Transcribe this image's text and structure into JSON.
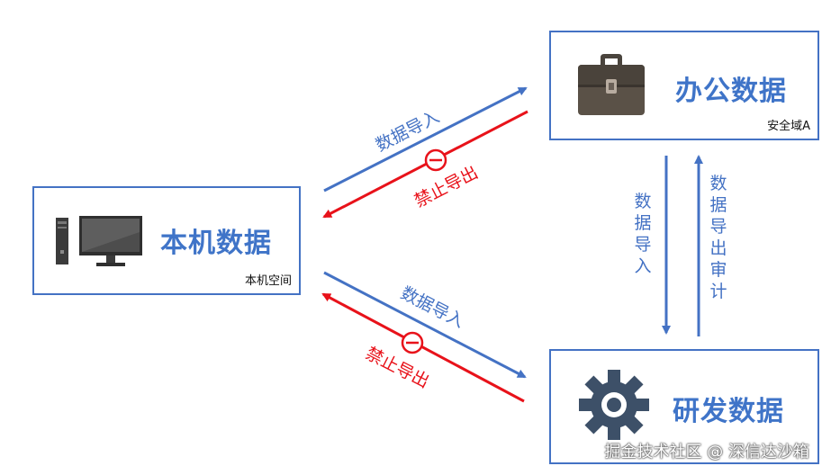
{
  "nodes": {
    "local": {
      "title": "本机数据",
      "subtitle": "本机空间",
      "icon": "desktop-computer-icon"
    },
    "office": {
      "title": "办公数据",
      "subtitle": "安全域A",
      "icon": "briefcase-icon"
    },
    "dev": {
      "title": "研发数据",
      "icon": "gear-icon"
    }
  },
  "edges": {
    "top_import": "数据导入",
    "top_export": "禁止导出",
    "bottom_import": "数据导入",
    "bottom_export": "禁止导出",
    "vertical_import": "数据导入",
    "vertical_export_audit": "数据导出审计"
  },
  "colors": {
    "box_border": "#4472c4",
    "title": "#3f74c8",
    "import": "#4472c4",
    "forbidden": "#e8121a"
  },
  "watermark": "掘金技术社区 @ 深信达沙箱"
}
